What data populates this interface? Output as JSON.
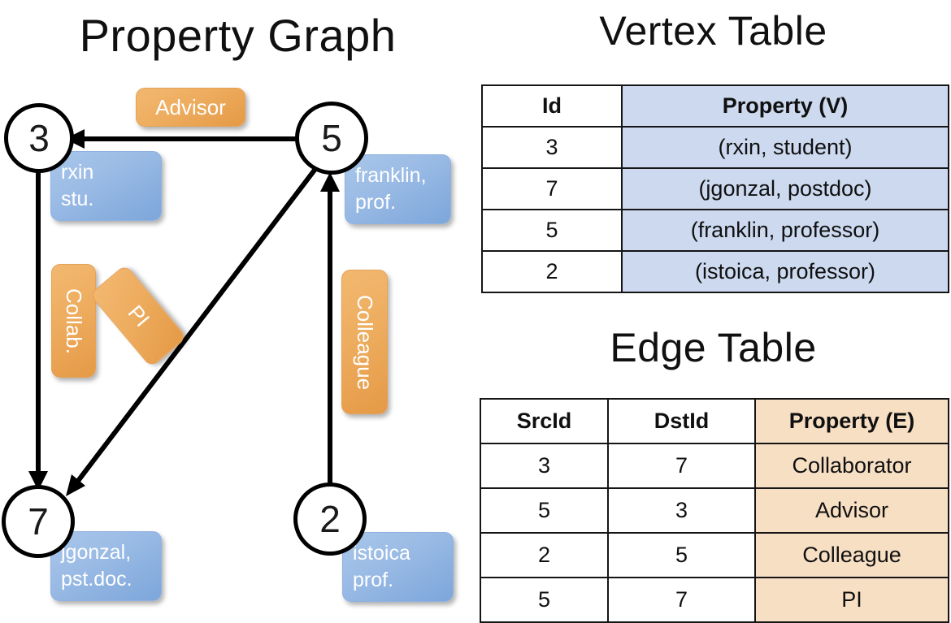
{
  "titles": {
    "property_graph": "Property Graph",
    "vertex_table": "Vertex Table",
    "edge_table": "Edge Table"
  },
  "colors": {
    "vertex_property_fill": "#ccd9ef",
    "edge_property_fill": "#f7dfc4",
    "vertex_box_fill": "#9dbde6",
    "edge_label_fill": "#eeae61",
    "stroke": "#151515"
  },
  "graph": {
    "nodes": [
      {
        "id": "3",
        "property_line1": "rxin",
        "property_line2": "stu."
      },
      {
        "id": "5",
        "property_line1": "franklin,",
        "property_line2": "prof."
      },
      {
        "id": "7",
        "property_line1": "jgonzal,",
        "property_line2": "pst.doc."
      },
      {
        "id": "2",
        "property_line1": "istoica",
        "property_line2": "prof."
      }
    ],
    "edge_labels": [
      {
        "text": "Advisor",
        "orientation": "horizontal"
      },
      {
        "text": "Collab.",
        "orientation": "vertical"
      },
      {
        "text": "PI",
        "orientation": "diagonal"
      },
      {
        "text": "Colleague",
        "orientation": "vertical"
      }
    ]
  },
  "vertex_table": {
    "headers": [
      "Id",
      "Property (V)"
    ],
    "rows": [
      {
        "id": "3",
        "property": "(rxin, student)"
      },
      {
        "id": "7",
        "property": "(jgonzal, postdoc)"
      },
      {
        "id": "5",
        "property": "(franklin, professor)"
      },
      {
        "id": "2",
        "property": "(istoica, professor)"
      }
    ]
  },
  "edge_table": {
    "headers": [
      "SrcId",
      "DstId",
      "Property (E)"
    ],
    "rows": [
      {
        "src": "3",
        "dst": "7",
        "property": "Collaborator"
      },
      {
        "src": "5",
        "dst": "3",
        "property": "Advisor"
      },
      {
        "src": "2",
        "dst": "5",
        "property": "Colleague"
      },
      {
        "src": "5",
        "dst": "7",
        "property": "PI"
      }
    ]
  }
}
